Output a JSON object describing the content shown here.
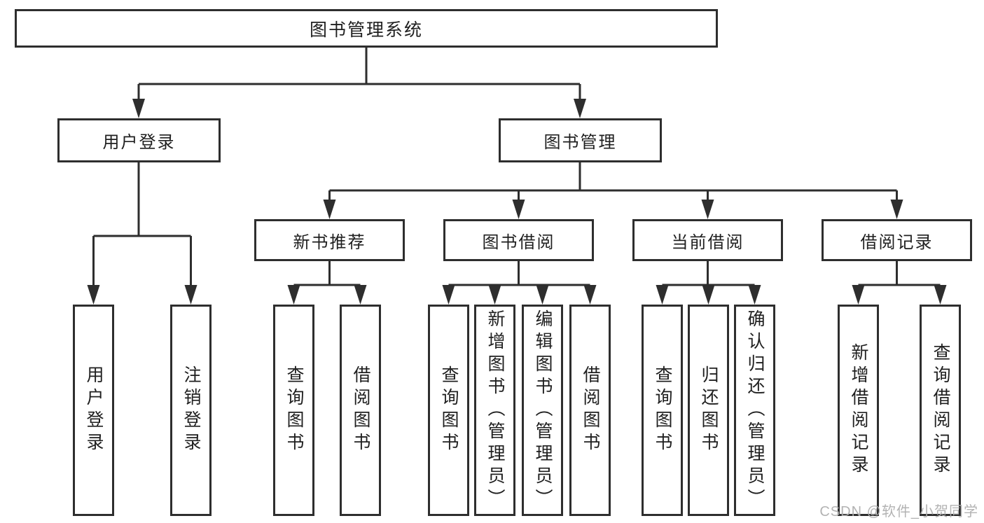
{
  "title": {
    "label": "图书管理系统"
  },
  "tree": {
    "user_login": {
      "label": "用户登录",
      "children": [
        {
          "label": "用户登录"
        },
        {
          "label": "注销登录"
        }
      ]
    },
    "book_management": {
      "label": "图书管理",
      "children": [
        {
          "label": "新书推荐",
          "children": [
            {
              "label": "查询图书"
            },
            {
              "label": "借阅图书"
            }
          ]
        },
        {
          "label": "图书借阅",
          "children": [
            {
              "label": "查询图书"
            },
            {
              "label": "新增图书（管理员）"
            },
            {
              "label": "编辑图书（管理员）"
            },
            {
              "label": "借阅图书"
            }
          ]
        },
        {
          "label": "当前借阅",
          "children": [
            {
              "label": "查询图书"
            },
            {
              "label": "归还图书"
            },
            {
              "label": "确认归还（管理员）"
            }
          ]
        },
        {
          "label": "借阅记录",
          "children": [
            {
              "label": "新增借阅记录"
            },
            {
              "label": "查询借阅记录"
            }
          ]
        }
      ]
    }
  },
  "watermark": {
    "text": "CSDN @软件_小贺同学"
  },
  "colors": {
    "line": "#2e2e2e",
    "box_border": "#2e2e2e",
    "box_background": "#ffffff",
    "text": "#1f1f1f",
    "watermark": "#afafaf",
    "page_background": "#ffffff"
  }
}
